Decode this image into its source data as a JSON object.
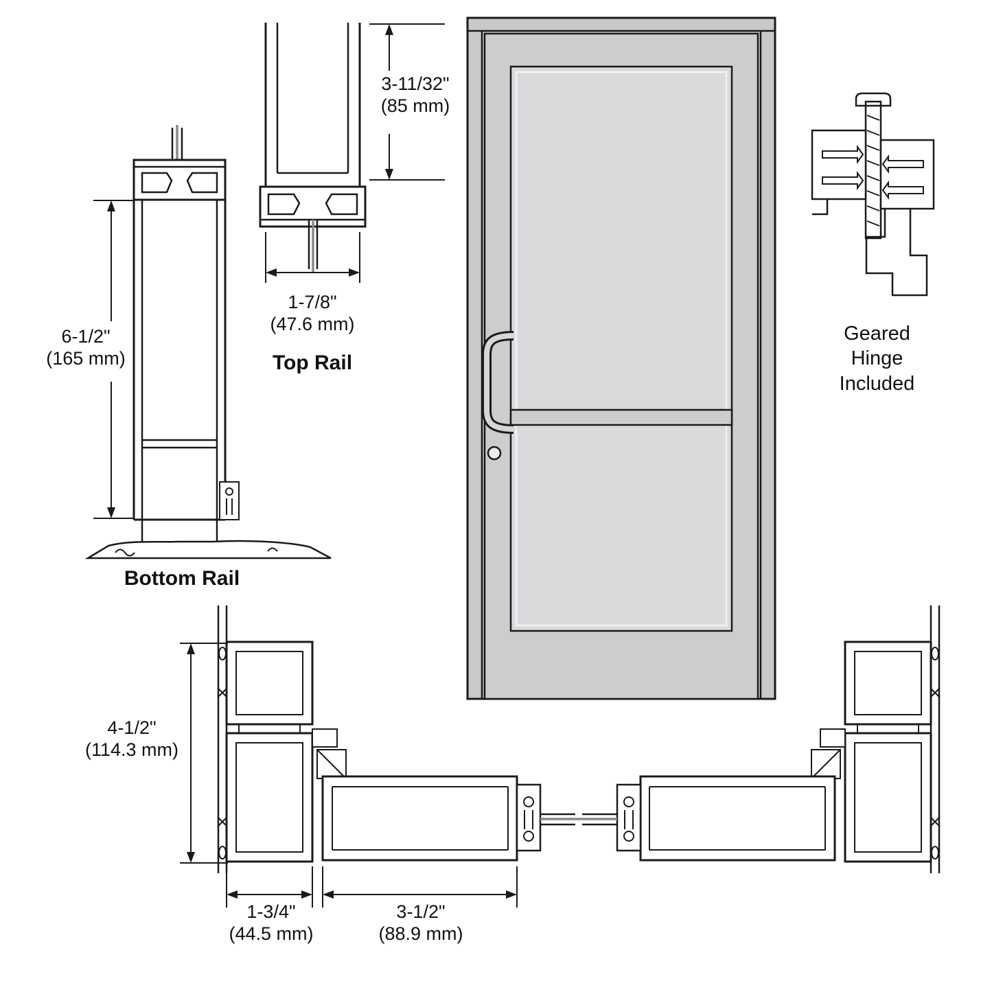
{
  "sections": {
    "bottom_rail": {
      "label": "Bottom Rail",
      "height_in": "6-1/2\"",
      "height_mm": "(165 mm)"
    },
    "top_rail": {
      "label": "Top Rail",
      "height_in": "3-11/32\"",
      "height_mm": "(85 mm)",
      "width_in": "1-7/8\"",
      "width_mm": "(47.6 mm)"
    },
    "hinge": {
      "note": "Geared\nHinge\nIncluded"
    },
    "frame_sections": {
      "jamb_depth_in": "4-1/2\"",
      "jamb_depth_mm": "(114.3 mm)",
      "stile_width_in": "1-3/4\"",
      "stile_width_mm": "(44.5 mm)",
      "rail_width_in": "3-1/2\"",
      "rail_width_mm": "(88.9 mm)"
    }
  },
  "colors": {
    "line": "#1a1a1a",
    "frame_fill": "#c7c9cb",
    "door_fill": "#cbcdcf",
    "glass_fill": "#d9dadc",
    "background": "#ffffff"
  }
}
